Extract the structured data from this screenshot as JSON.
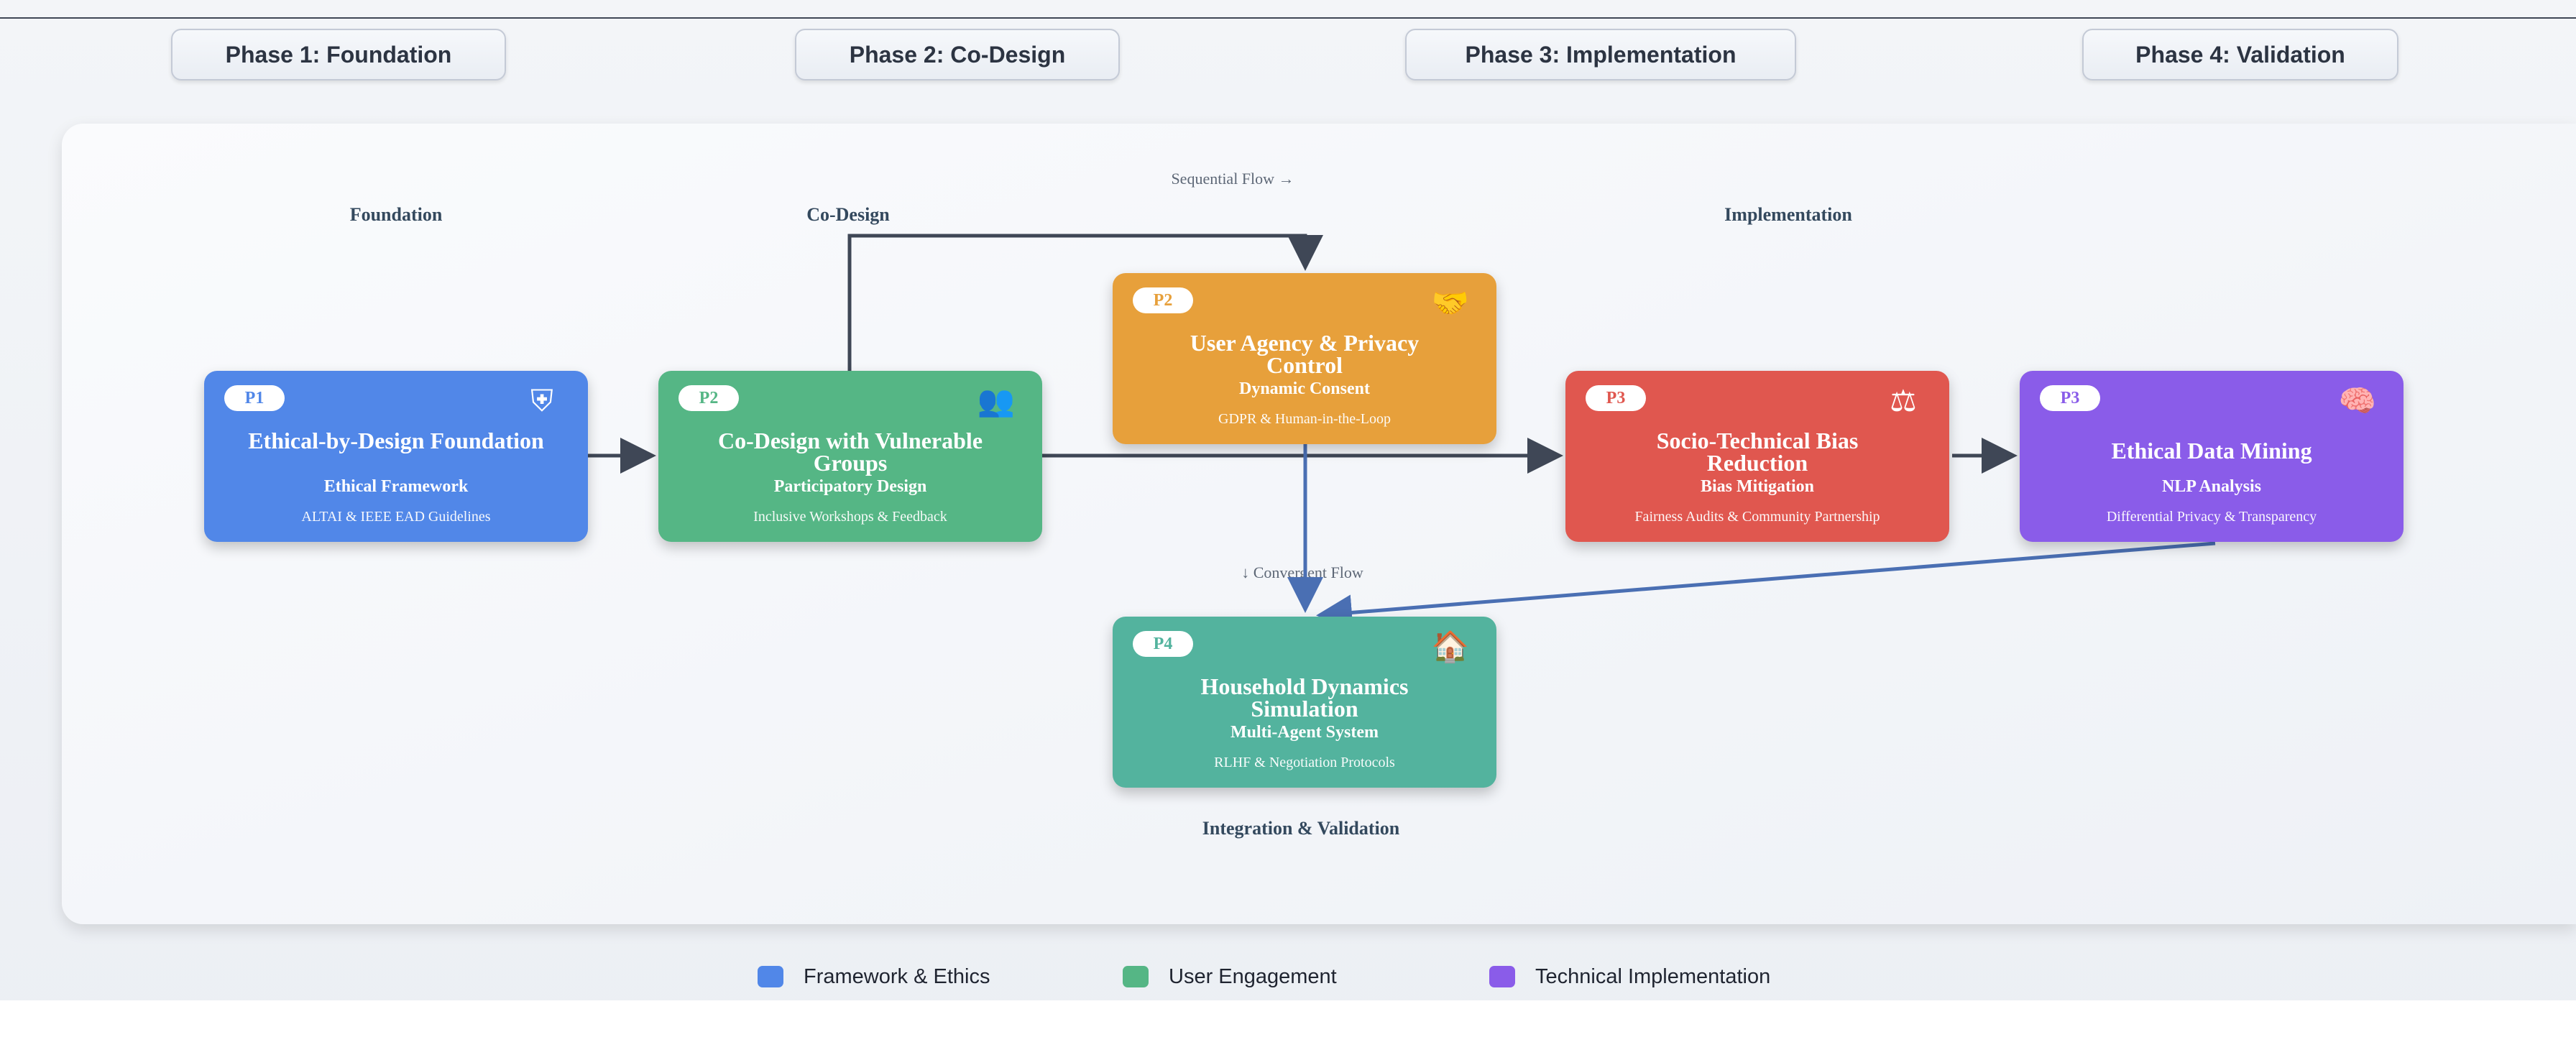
{
  "phases": [
    {
      "label": "Phase 1: Foundation"
    },
    {
      "label": "Phase 2: Co-Design"
    },
    {
      "label": "Phase 3: Implementation"
    },
    {
      "label": "Phase 4: Validation"
    }
  ],
  "column_labels": {
    "foundation": "Foundation",
    "codesign": "Co-Design",
    "implementation": "Implementation",
    "integration": "Integration & Validation"
  },
  "flow_notes": {
    "sequential": "Sequential Flow →",
    "convergent": "↓ Convergent Flow"
  },
  "nodes": [
    {
      "badge": "P1",
      "icon": "shield-icon",
      "icon_glyph": "⛨",
      "title": "Ethical-by-Design Foundation",
      "subtitle": "Ethical Framework",
      "footer": "ALTAI & IEEE EAD Guidelines",
      "color": "#5187e8"
    },
    {
      "badge": "P2",
      "icon": "people-icon",
      "icon_glyph": "👥",
      "title": "Co-Design with Vulnerable Groups",
      "subtitle": "Participatory Design",
      "footer": "Inclusive Workshops & Feedback",
      "color": "#55b685"
    },
    {
      "badge": "P2",
      "icon": "handshake-icon",
      "icon_glyph": "🤝",
      "title": "User Agency & Privacy Control",
      "subtitle": "Dynamic Consent",
      "footer": "GDPR & Human-in-the-Loop",
      "color": "#e7a03b"
    },
    {
      "badge": "P3",
      "icon": "scales-icon",
      "icon_glyph": "⚖",
      "title": "Socio-Technical Bias Reduction",
      "subtitle": "Bias Mitigation",
      "footer": "Fairness Audits & Community Partnership",
      "color": "#e0574f"
    },
    {
      "badge": "P3",
      "icon": "brain-icon",
      "icon_glyph": "🧠",
      "title": "Ethical Data Mining",
      "subtitle": "NLP Analysis",
      "footer": "Differential Privacy & Transparency",
      "color": "#8a5ce9"
    },
    {
      "badge": "P4",
      "icon": "house-icon",
      "icon_glyph": "🏠",
      "title": "Household Dynamics Simulation",
      "subtitle": "Multi-Agent System",
      "footer": "RLHF & Negotiation Protocols",
      "color": "#53b39e"
    }
  ],
  "legend": [
    {
      "label": "Framework & Ethics",
      "color": "#5187e8"
    },
    {
      "label": "User Engagement",
      "color": "#55b685"
    },
    {
      "label": "Technical Implementation",
      "color": "#8a5ce9"
    }
  ],
  "colors": {
    "connector": "#3f4756",
    "convergent_connector": "#4a6fb3"
  }
}
